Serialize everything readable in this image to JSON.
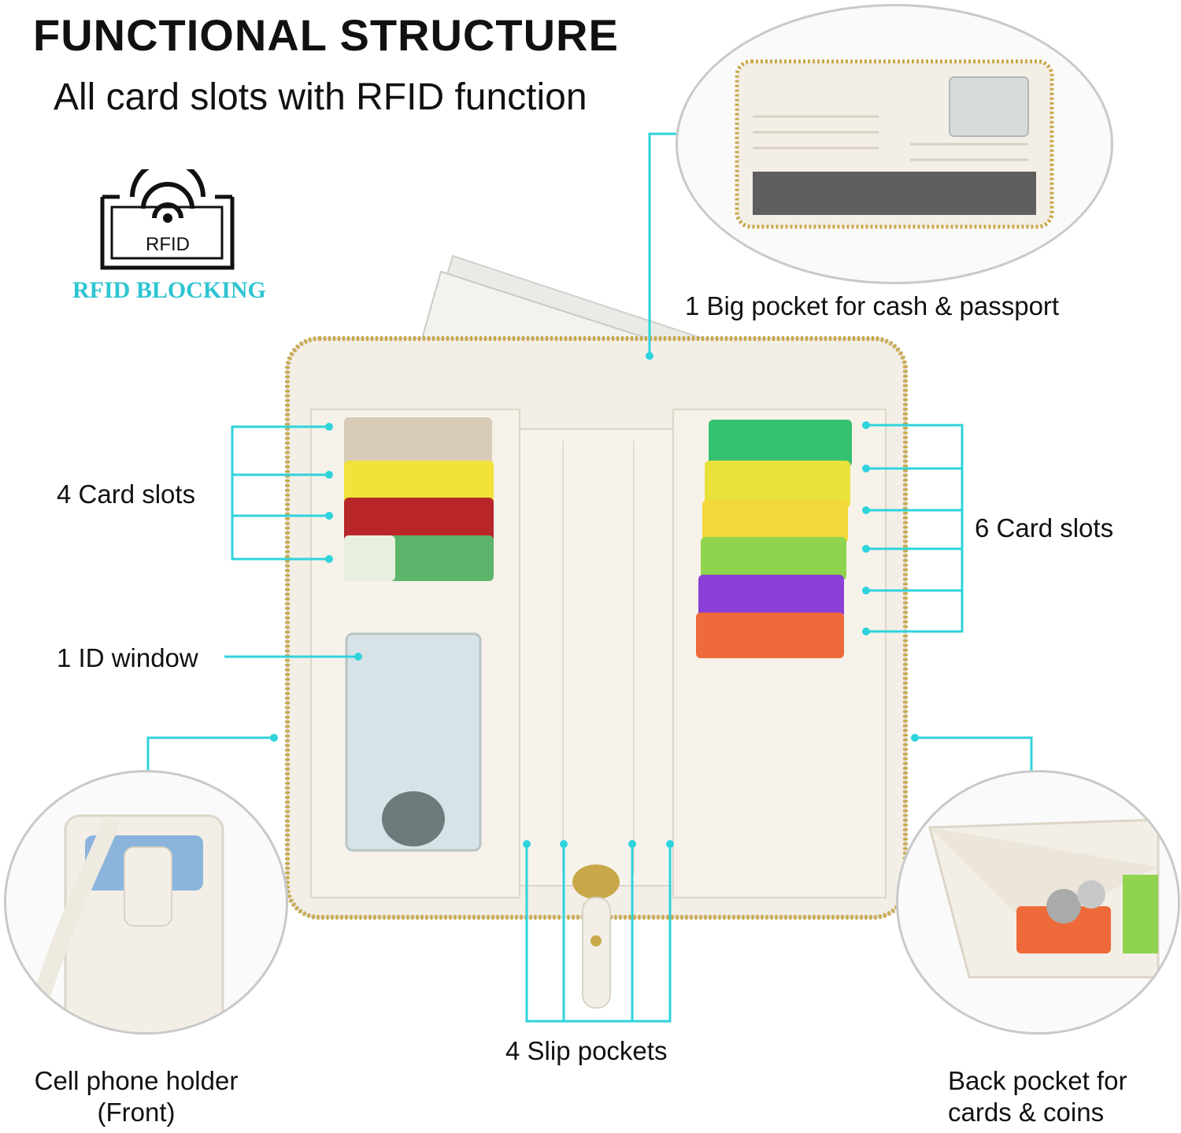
{
  "header": {
    "title": "FUNCTIONAL STRUCTURE",
    "subtitle": "All card slots with RFID function"
  },
  "rfid_badge": {
    "icon": "rfid-shield-icon",
    "icon_text": "RFID",
    "label": "RFID BLOCKING"
  },
  "callouts": {
    "big_pocket": "1 Big pocket for cash & passport",
    "card_slots_left": "4 Card slots",
    "card_slots_right": "6 Card slots",
    "id_window": "1 ID window",
    "slip_pockets": "4 Slip pockets",
    "phone_holder_line1": "Cell phone holder",
    "phone_holder_line2": "(Front)",
    "back_pocket_line1": "Back pocket for",
    "back_pocket_line2": "cards & coins"
  },
  "colors": {
    "accent": "#2fd3dc",
    "wallet": "#f3efe7",
    "zipper": "#c9a84a"
  }
}
